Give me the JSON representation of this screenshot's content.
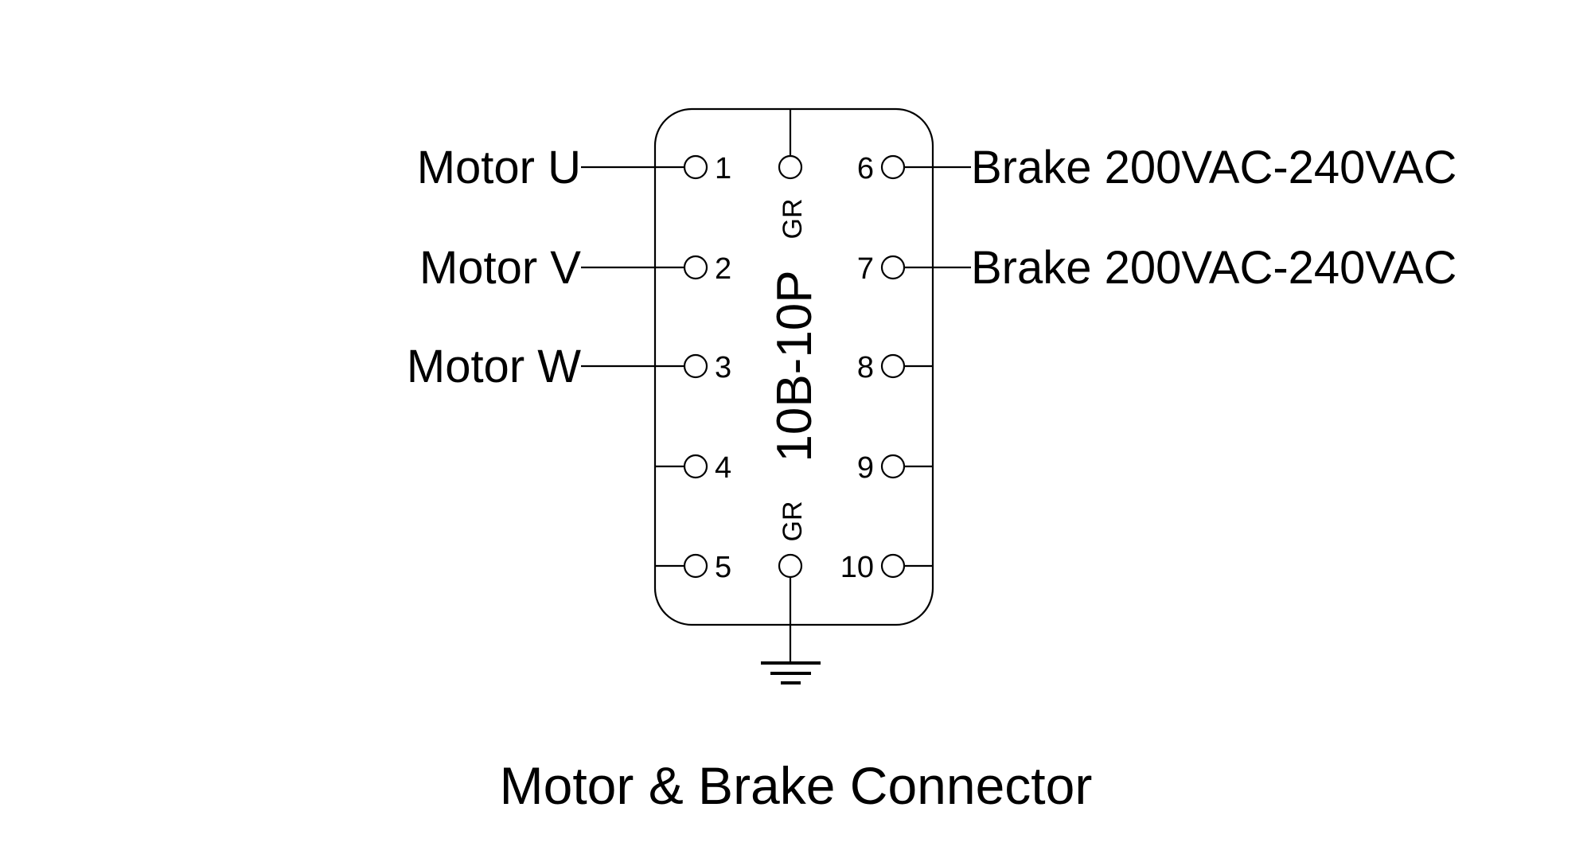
{
  "diagram": {
    "title": "Motor & Brake Connector",
    "connector_model": "10B-10P",
    "ground_label": "GR",
    "pins": [
      {
        "number": "1",
        "side": "left",
        "label": "Motor U"
      },
      {
        "number": "2",
        "side": "left",
        "label": "Motor V"
      },
      {
        "number": "3",
        "side": "left",
        "label": "Motor W"
      },
      {
        "number": "4",
        "side": "left",
        "label": ""
      },
      {
        "number": "5",
        "side": "left",
        "label": ""
      },
      {
        "number": "6",
        "side": "right",
        "label": "Brake 200VAC-240VAC"
      },
      {
        "number": "7",
        "side": "right",
        "label": "Brake 200VAC-240VAC"
      },
      {
        "number": "8",
        "side": "right",
        "label": ""
      },
      {
        "number": "9",
        "side": "right",
        "label": ""
      },
      {
        "number": "10",
        "side": "right",
        "label": ""
      }
    ],
    "ground_pins": [
      {
        "label": "GR",
        "position": "top"
      },
      {
        "label": "GR",
        "position": "bottom"
      }
    ],
    "ground_symbol": "earth-ground-icon",
    "colors": {
      "line": "#000000",
      "background": "#ffffff"
    }
  }
}
